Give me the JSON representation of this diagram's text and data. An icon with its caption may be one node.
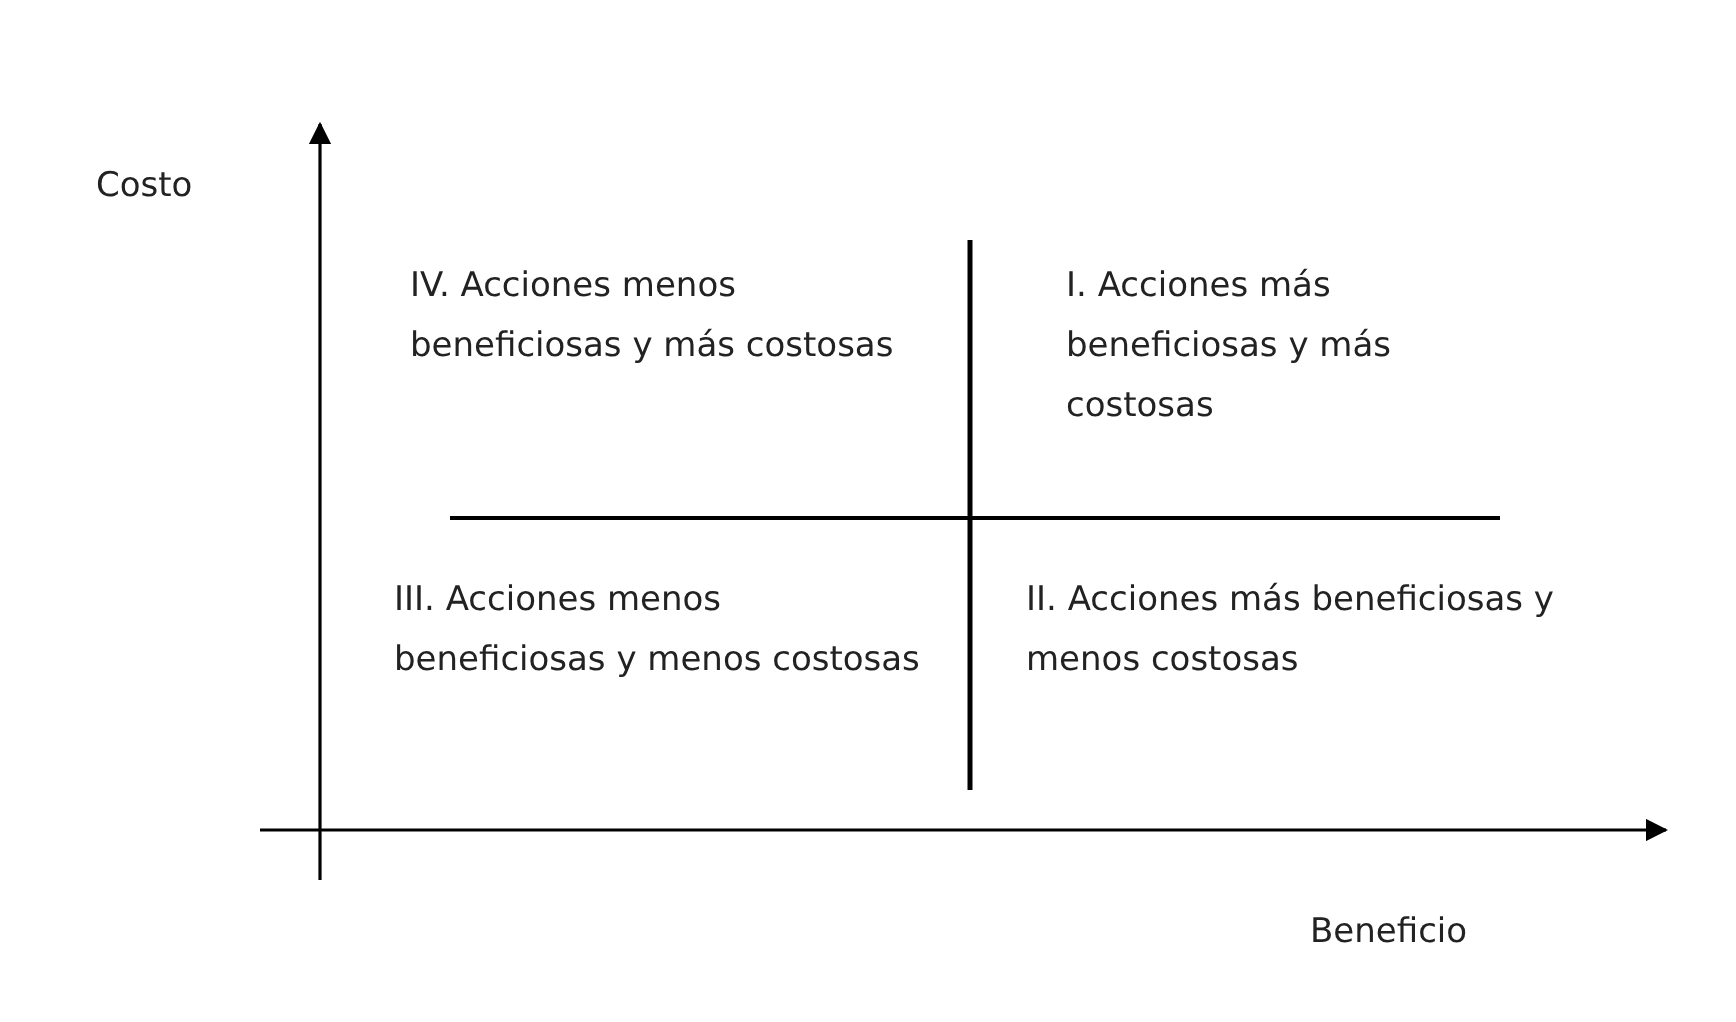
{
  "diagram": {
    "labels": [
      "Costo",
      "IV. Acciones menos beneficiosas y más costosas",
      "I. Acciones más beneficiosas y más costosas",
      "III. Acciones menos beneficiosas y menos costosas",
      "II. Acciones más beneficiosas y menos costosas",
      "Beneficio"
    ]
  }
}
